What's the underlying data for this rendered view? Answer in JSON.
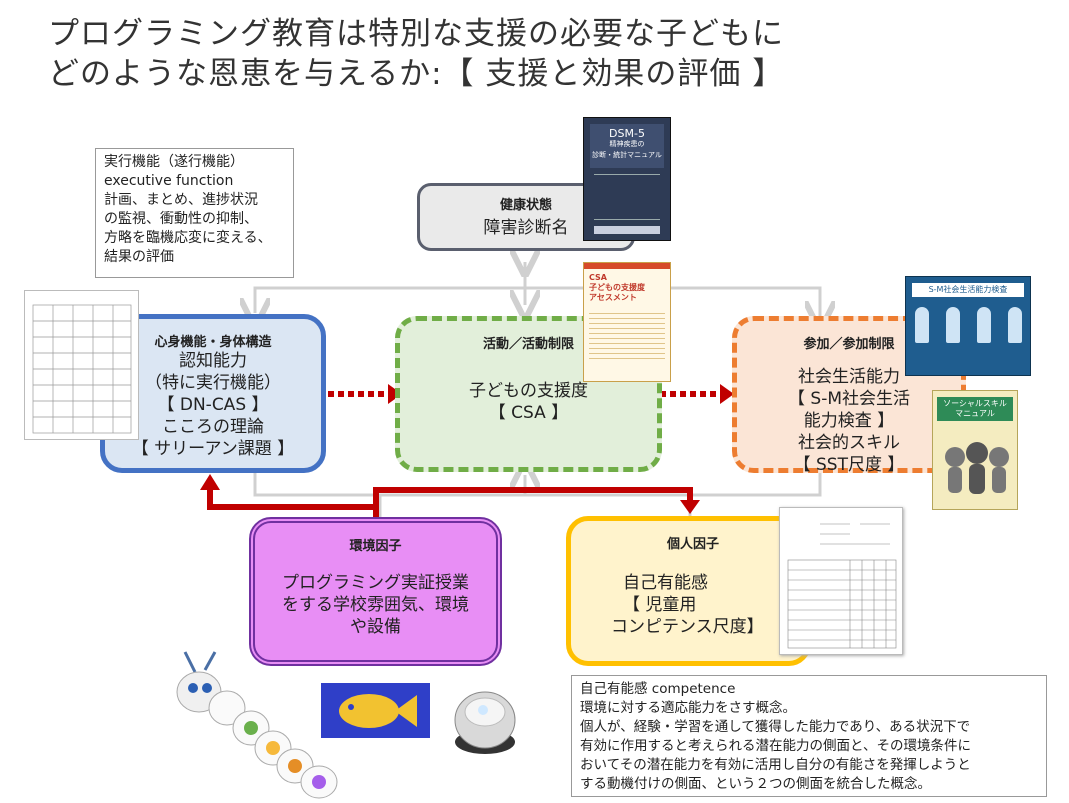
{
  "title": {
    "line1": "プログラミング教育は特別な支援の必要な子どもに",
    "line2": "どのような恩恵を与えるか:【 支援と効果の評価 】"
  },
  "exec_note": {
    "lines": [
      "実行機能（遂行機能）",
      "executive function",
      "計画、まとめ、進捗状況",
      "の監視、衝動性の抑制、",
      "方略を臨機応変に変える、",
      "結果の評価"
    ]
  },
  "health": {
    "head": "健康状態",
    "body": "障害診断名"
  },
  "body_function": {
    "head": "心身機能・身体構造",
    "lines": [
      "認知能力",
      "（特に実行機能）",
      "【 DN-CAS 】",
      "こころの理論",
      "【 サリーアン課題 】"
    ]
  },
  "activity": {
    "head": "活動／活動制限",
    "lines": [
      "子どもの支援度",
      "【 CSA 】"
    ]
  },
  "participation": {
    "head": "参加／参加制限",
    "lines": [
      "社会生活能力",
      "【 S-M社会生活",
      "能力検査 】",
      "社会的スキル",
      "【 SST尺度 】"
    ]
  },
  "environment": {
    "head": "環境因子",
    "lines": [
      "プログラミング実証授業",
      "をする学校雰囲気、環境",
      "や設備"
    ]
  },
  "personal": {
    "head": "個人因子",
    "lines": [
      "自己有能感",
      "【 児童用",
      "コンピテンス尺度】"
    ]
  },
  "competence_note": {
    "lines": [
      "自己有能感 competence",
      "環境に対する適応能力をさす概念。",
      "個人が、経験・学習を通して獲得した能力であり、ある状況下で",
      "有効に作用すると考えられる潜在能力の側面と、その環境条件に",
      "おいてその潜在能力を有効に活用し自分の有能さを発揮しようと",
      "する動機付けの側面、という２つの側面を統合した概念。"
    ]
  },
  "book_dsm": {
    "lines": [
      "DSM-5",
      "精神疾患の",
      "診断・統計マニュアル"
    ]
  },
  "book_csa": {
    "lines": [
      "CSA",
      "子どもの支援度",
      "アセスメント"
    ]
  },
  "book_sm": {
    "lines": [
      "S-M社会生活能力検査"
    ]
  },
  "book_sst": {
    "lines": [
      "ソーシャルスキル",
      "マニュアル"
    ]
  },
  "colors": {
    "blue": "#4472c4",
    "green": "#70ad47",
    "orange": "#ed7d31",
    "purple": "#7030a0",
    "yellow": "#ffc000",
    "gray": "#7f7f7f",
    "red": "#c00000"
  }
}
